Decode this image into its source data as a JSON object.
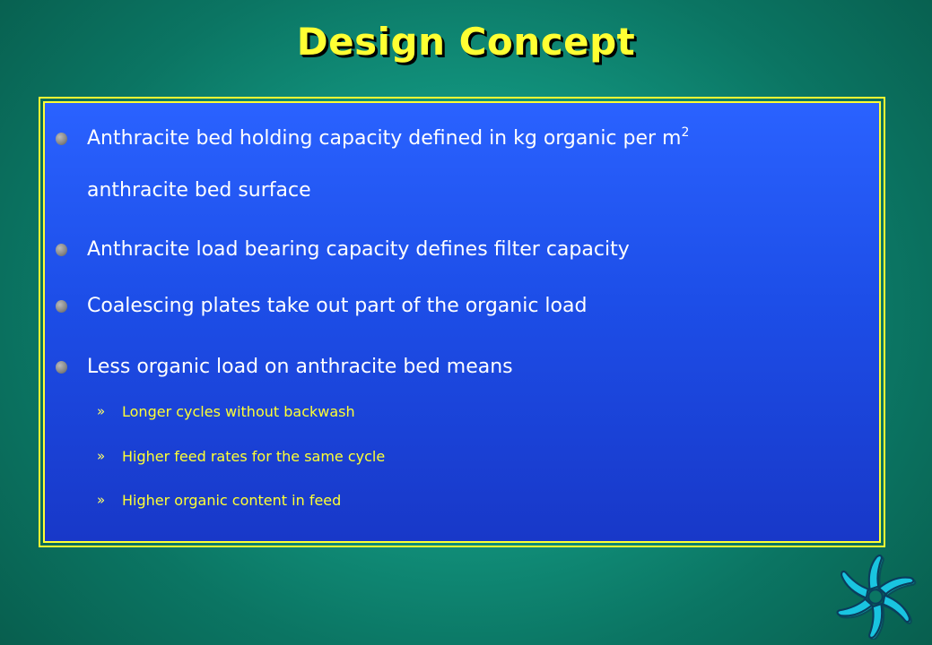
{
  "slide": {
    "title": "Design Concept"
  },
  "bullets": [
    {
      "text_before_sup": "Anthracite bed holding capacity defined in kg organic per m",
      "sup": "2",
      "text_line2": "anthracite bed surface"
    },
    {
      "text": "Anthracite load bearing capacity defines filter capacity"
    },
    {
      "text": "Coalescing plates take out part of the organic load"
    },
    {
      "text": "Less organic load on anthracite bed means"
    }
  ],
  "sub_bullets": {
    "marker": "»",
    "items": [
      "Longer cycles without backwash",
      "Higher feed rates for the same cycle",
      "Higher organic content in feed"
    ]
  },
  "colors": {
    "title": "#ffff33",
    "box_border": "#ffff33",
    "box_fill": "#1d4ee8",
    "background": "#12957f",
    "bullet_text": "#ffffff",
    "sub_text": "#ffff33",
    "logo": "#19c4e0"
  },
  "logo": {
    "icon": "swirl-logo-icon"
  }
}
